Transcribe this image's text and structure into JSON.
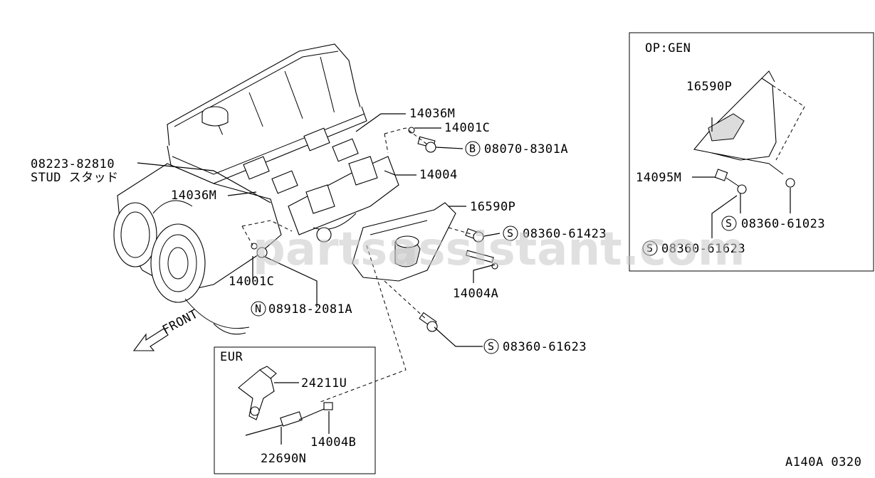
{
  "labels": {
    "stud_part": "08223-82810",
    "stud_text": "STUD スタッド",
    "gasket_left": "14036M",
    "gasket_top": "14036M",
    "nut_top": "14001C",
    "nut_left": "14001C",
    "bolt_b": "08070-8301A",
    "manifold": "14004",
    "cover": "16590P",
    "bolt_s1": "08360-61423",
    "stud_a": "14004A",
    "bolt_s2": "08360-61623",
    "nut_n": "08918-2081A",
    "front": "FRONT",
    "symbol_b": "B",
    "symbol_s": "S",
    "symbol_n": "N"
  },
  "eur_box": {
    "title": "EUR",
    "bracket": "24211U",
    "sensor": "22690N",
    "stud": "14004B"
  },
  "op_box": {
    "title": "OP:GEN",
    "cover": "16590P",
    "spacer": "14095M",
    "bolt_1": "08360-61023",
    "bolt_2": "08360-61623"
  },
  "watermark": "partsassistant.com",
  "page_code": "A140A 0320"
}
